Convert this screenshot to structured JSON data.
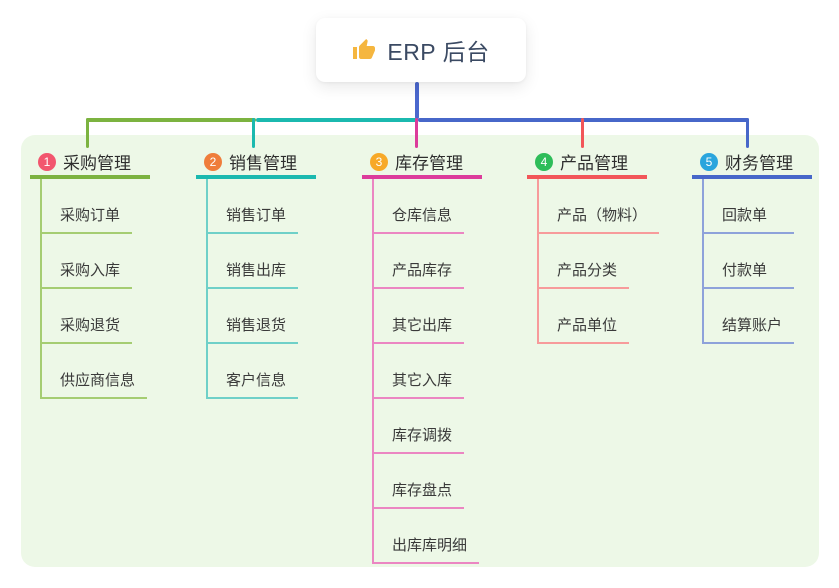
{
  "root": {
    "title": "ERP 后台",
    "icon": "thumbs-up-icon"
  },
  "colors": {
    "canvas_bg": "#ffffff",
    "panel_bg": "#edf8e7",
    "root_text": "#3b4a63",
    "root_connector": "#4b68ce",
    "thumb_icon": "#f5b63f",
    "text": "#3a3a3a"
  },
  "branches": [
    {
      "badge": "1",
      "label": "采购管理",
      "badge_color": "#f2566e",
      "line_color": "#7cb340",
      "child_line_color": "#a5cd72",
      "children": [
        "采购订单",
        "采购入库",
        "采购退货",
        "供应商信息"
      ]
    },
    {
      "badge": "2",
      "label": "销售管理",
      "badge_color": "#ef7d3b",
      "line_color": "#1bb9af",
      "child_line_color": "#6fd0c8",
      "children": [
        "销售订单",
        "销售出库",
        "销售退货",
        "客户信息"
      ]
    },
    {
      "badge": "3",
      "label": "库存管理",
      "badge_color": "#f7a928",
      "line_color": "#dc3c9b",
      "child_line_color": "#eb86c2",
      "children": [
        "仓库信息",
        "产品库存",
        "其它出库",
        "其它入库",
        "库存调拨",
        "库存盘点",
        "出库库明细"
      ]
    },
    {
      "badge": "4",
      "label": "产品管理",
      "badge_color": "#2ebd59",
      "line_color": "#f25659",
      "child_line_color": "#f79b9b",
      "children": [
        "产品（物料）",
        "产品分类",
        "产品单位"
      ]
    },
    {
      "badge": "5",
      "label": "财务管理",
      "badge_color": "#2aa5dd",
      "line_color": "#4767c9",
      "child_line_color": "#8ea2da",
      "children": [
        "回款单",
        "付款单",
        "结算账户"
      ]
    }
  ]
}
